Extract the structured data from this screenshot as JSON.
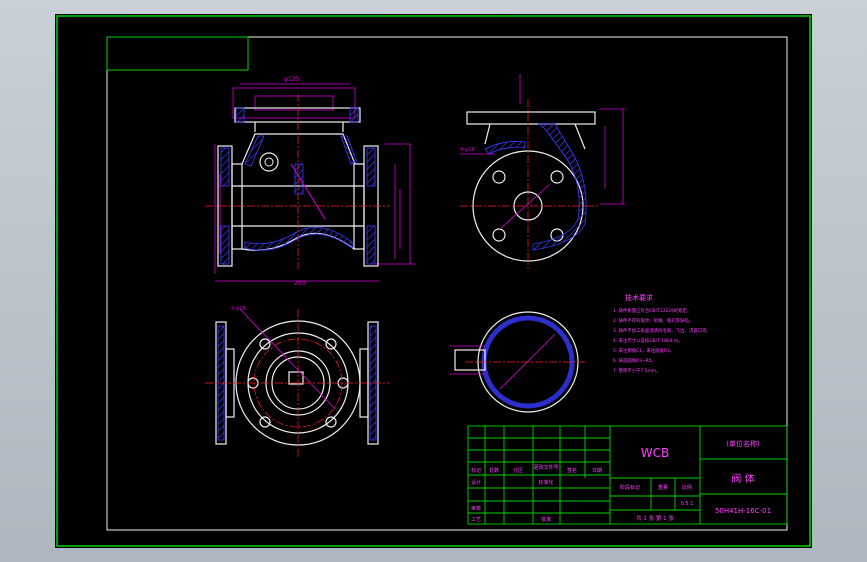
{
  "drawing": {
    "material": "WCB",
    "part_name": "阀 体",
    "drawing_number": "50H41H-16C-01",
    "unit_name": "(单位名称)",
    "scale": "0.5:1",
    "sheet_count": "共 1 张  第 1 张",
    "stage_mark_label": "阶段标记",
    "weight_label": "重量",
    "scale_label": "比例"
  },
  "title_block_rows": {
    "mark": "标记",
    "count": "处数",
    "zone": "分区",
    "change_doc": "更改文件号",
    "sign": "签名",
    "date": "日期",
    "design": "设计",
    "standardize": "标准化",
    "review": "审核",
    "process": "工艺",
    "approve": "批准"
  },
  "technical_requirements": {
    "title": "技术要求",
    "items": [
      "1. 铸件质量应符合GB/T12229的规定。",
      "2. 铸件不得有裂纹、砂眼、缩孔等缺陷。",
      "3. 铸件不加工表面须清除毛刺、飞边、浇冒口等。",
      "4. 未注尺寸公差按GB/T 1804-m。",
      "5. 未注倒角C1，未注圆角R3。",
      "6. 铸造圆角R3~R5。",
      "7. 壁厚不小于7.5mm。"
    ]
  },
  "colors": {
    "frame": "#00d400",
    "outline": "#f0f0f0",
    "dimension": "#d400d4",
    "centerline": "#ff2020",
    "section": "#3a3aff",
    "text_magenta": "#ff40ff"
  }
}
